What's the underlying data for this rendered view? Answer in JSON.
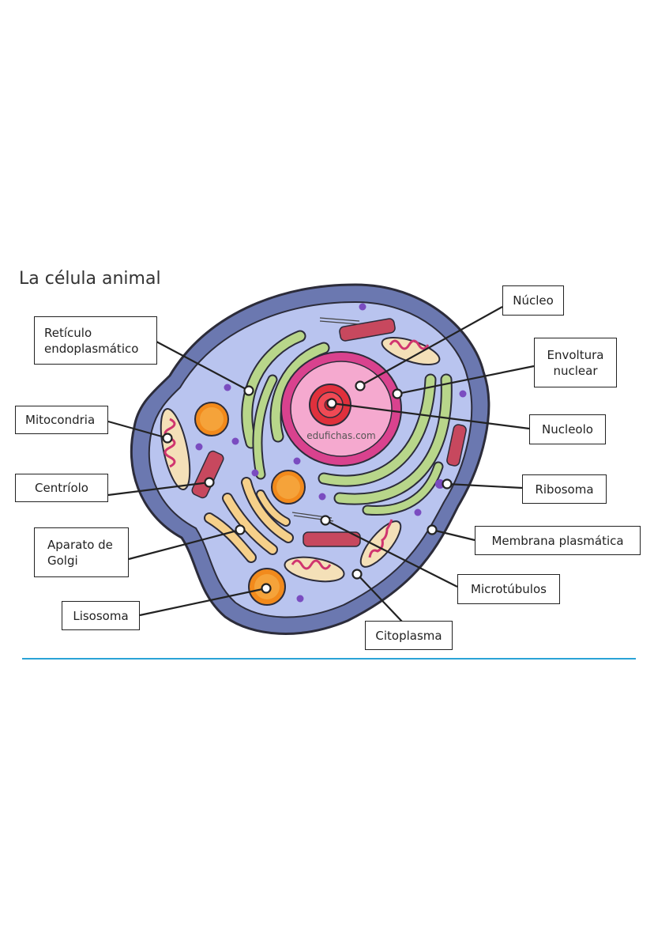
{
  "title": "La célula animal",
  "watermark": "edufichas.com",
  "labels": {
    "reticulo": "Retículo\nendoplasmático",
    "mitocondria": "Mitocondria",
    "centriolo": "Centríolo",
    "golgi": "Aparato de\nGolgi",
    "lisosoma": "Lisosoma",
    "nucleo": "Núcleo",
    "envoltura": "Envoltura\nnuclear",
    "nucleolo": "Nucleolo",
    "ribosoma": "Ribosoma",
    "membrana": "Membrana plasmática",
    "microtubulos": "Microtúbulos",
    "citoplasma": "Citoplasma"
  },
  "colors": {
    "membrane": "#6b78b0",
    "cytoplasm": "#b9c4ef",
    "nucleus": "#f5a9cf",
    "nucleolus": "#e0303c",
    "er": "#b8d68a",
    "golgi": "#f6d08a",
    "mitochondria": "#f4e0b8",
    "lysosome": "#f28a1c",
    "ribosome": "#7a4cc0",
    "centriole": "#c7485e",
    "divider": "#2aa3d6"
  }
}
